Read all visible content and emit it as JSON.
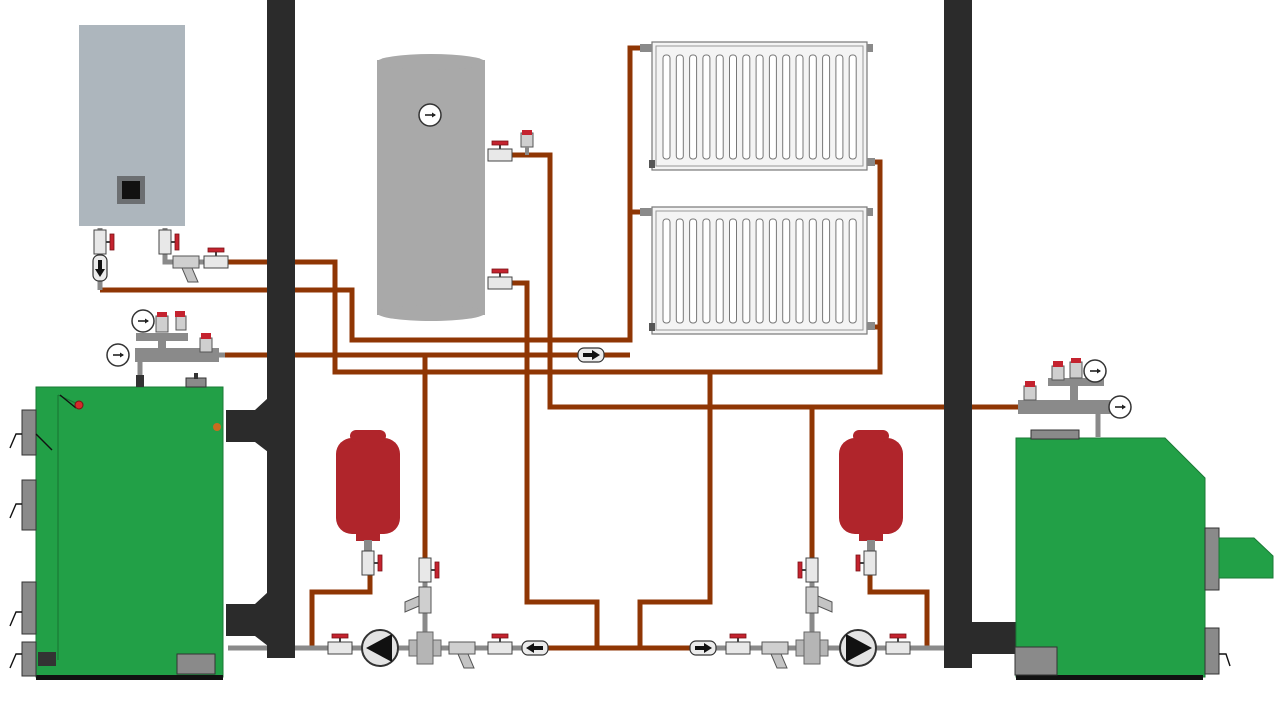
{
  "diagram": {
    "kind": "heating system piping schematic",
    "has_text_labels": false,
    "colors": {
      "background": "#ffffff",
      "pipe": "#8f3604",
      "chimney": "#2b2b2b",
      "boiler_body": "#22a047",
      "electric_boiler": "#adb6bd",
      "storage_tank": "#a9a9a9",
      "expansion_tank": "#b0252b",
      "valve_handle": "#c4232f",
      "fitting": "#a8a8a8",
      "radiator": "#f4f4f4",
      "pump": "#e4e4e4"
    },
    "components": {
      "electric_boiler": {
        "icon": "wall-mounted-electric-boiler"
      },
      "solid_fuel_boiler_left": {
        "icon": "solid-fuel-boiler"
      },
      "pellet_boiler_right": {
        "icon": "pellet-boiler-with-burner"
      },
      "indirect_water_heater": {
        "icon": "storage-tank-with-gauge"
      },
      "radiators": {
        "count": 2,
        "icon": "panel-radiator"
      },
      "expansion_tanks": {
        "count": 2,
        "icon": "expansion-vessel"
      },
      "circulation_pumps": {
        "count": 2,
        "icon": "circulation-pump"
      },
      "chimneys": {
        "count": 2,
        "icon": "flue-chimney"
      },
      "safety_groups": {
        "count": 2,
        "icon": "safety-group-gauge-vent-relief"
      },
      "strainers": {
        "count": 4,
        "icon": "y-strainer"
      },
      "check_valves": {
        "count": 4,
        "icon": "check-valve-arrow"
      },
      "pressure_gauges": {
        "count": 5,
        "icon": "pressure-gauge"
      }
    }
  }
}
